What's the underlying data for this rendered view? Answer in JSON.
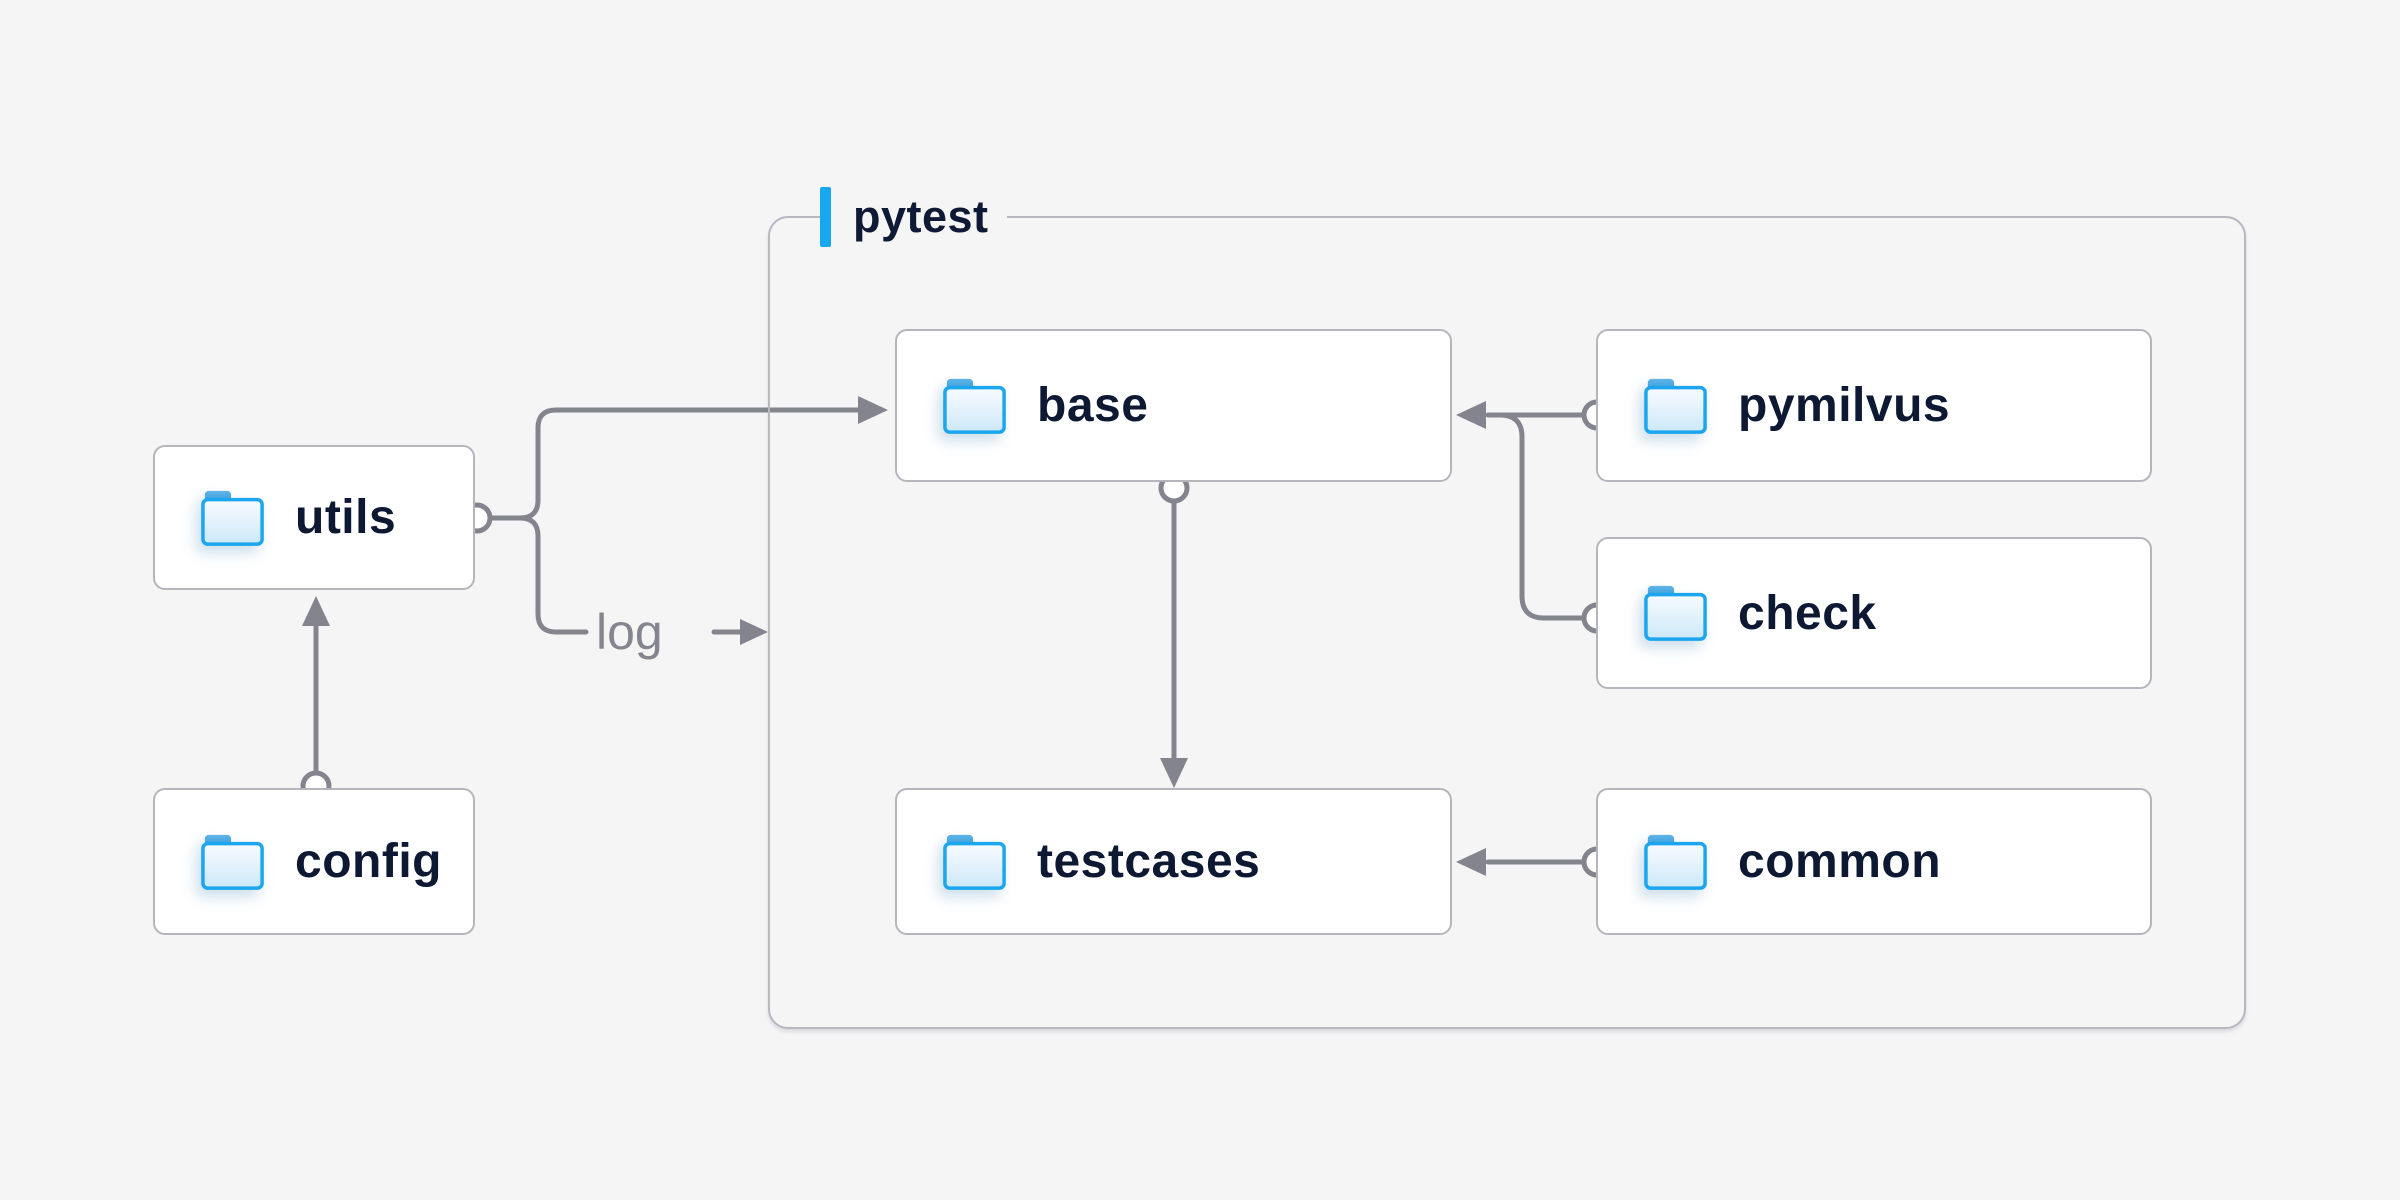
{
  "diagram": {
    "container_label": "pytest",
    "edge_label": "log",
    "nodes": {
      "utils": {
        "label": "utils"
      },
      "config": {
        "label": "config"
      },
      "base": {
        "label": "base"
      },
      "pymilvus": {
        "label": "pymilvus"
      },
      "check": {
        "label": "check"
      },
      "testcases": {
        "label": "testcases"
      },
      "common": {
        "label": "common"
      }
    },
    "edges": [
      {
        "from": "config",
        "to": "utils"
      },
      {
        "from": "utils",
        "to": "base"
      },
      {
        "from": "utils",
        "to": "log"
      },
      {
        "from": "pymilvus",
        "to": "base"
      },
      {
        "from": "check",
        "to": "base"
      },
      {
        "from": "base",
        "to": "testcases"
      },
      {
        "from": "common",
        "to": "testcases"
      }
    ],
    "colors": {
      "background": "#f5f5f6",
      "node_background": "#ffffff",
      "node_border": "#b5b5bd",
      "container_border": "#b7b7c0",
      "connector": "#84848e",
      "label_text": "#0d1833",
      "edge_label_text": "#85858f",
      "accent_blue": "#18a8f0",
      "folder_stroke": "#1ba6ed",
      "folder_fill_top": "#f7fbfe",
      "folder_fill_bottom": "#cde8f8",
      "folder_tab": "#2f93d3"
    }
  }
}
